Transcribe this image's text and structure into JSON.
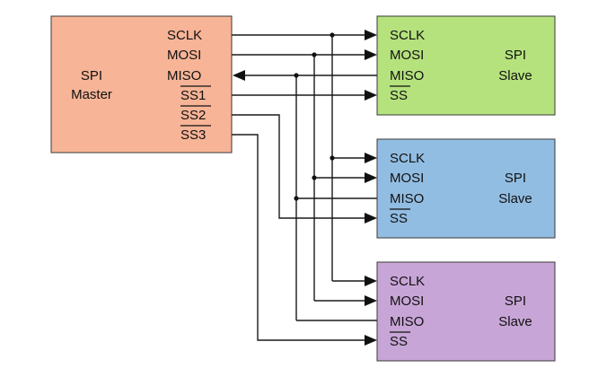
{
  "master": {
    "title_line1": "SPI",
    "title_line2": "Master",
    "color": "#f7b497",
    "pins": {
      "sclk": "SCLK",
      "mosi": "MOSI",
      "miso": "MISO",
      "ss1": "SS1",
      "ss2": "SS2",
      "ss3": "SS3"
    }
  },
  "slaves": [
    {
      "color": "#b5e27d",
      "title_line1": "SPI",
      "title_line2": "Slave",
      "pins": {
        "sclk": "SCLK",
        "mosi": "MOSI",
        "miso": "MISO",
        "ss": "SS"
      }
    },
    {
      "color": "#92bde2",
      "title_line1": "SPI",
      "title_line2": "Slave",
      "pins": {
        "sclk": "SCLK",
        "mosi": "MOSI",
        "miso": "MISO",
        "ss": "SS"
      }
    },
    {
      "color": "#c8a5d7",
      "title_line1": "SPI",
      "title_line2": "Slave",
      "pins": {
        "sclk": "SCLK",
        "mosi": "MOSI",
        "miso": "MISO",
        "ss": "SS"
      }
    }
  ]
}
